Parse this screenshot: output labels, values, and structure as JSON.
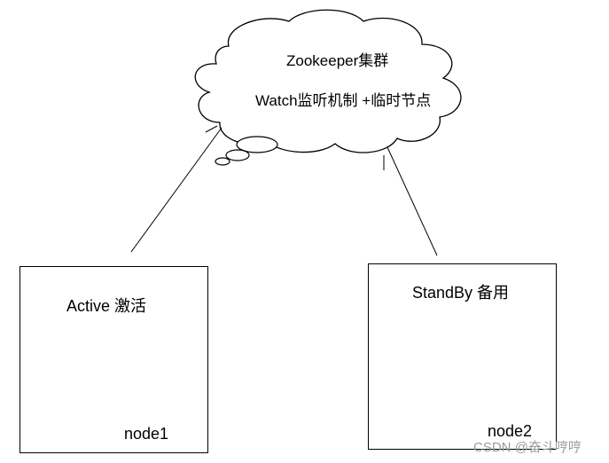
{
  "cloud": {
    "title": "Zookeeper集群",
    "subtitle": "Watch监听机制 +临时节点"
  },
  "active_box": {
    "label": "Active 激活",
    "node": "node1"
  },
  "standby_box": {
    "label": "StandBy 备用",
    "node": "node2"
  },
  "watermark": "CSDN @奋斗哼哼",
  "colors": {
    "stroke": "#000000",
    "background": "#ffffff",
    "watermark": "#9a9a9a"
  }
}
